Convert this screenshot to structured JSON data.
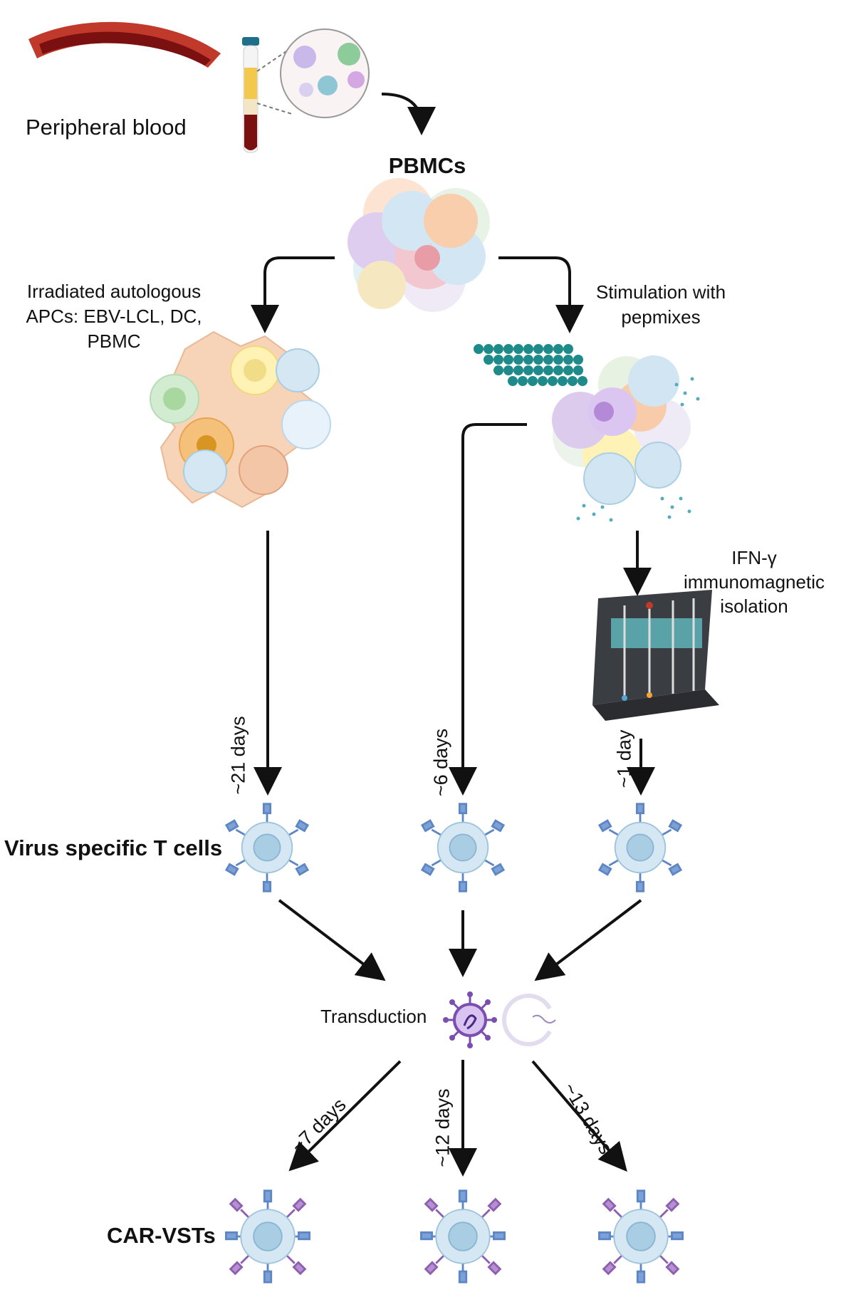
{
  "diagram": {
    "source": {
      "label": "Peripheral blood"
    },
    "pbmc": {
      "label": "PBMCs"
    },
    "left_branch": {
      "label_line1": "Irradiated autologous",
      "label_line2": "APCs: EBV-LCL, DC,",
      "label_line3": "PBMC",
      "duration": "~21 days"
    },
    "right_branch": {
      "label_line1": "Stimulation with",
      "label_line2": "pepmixes",
      "middle_duration": "~6 days"
    },
    "isolation": {
      "label_line1": "IFN-γ",
      "label_line2": "immunomagnetic",
      "label_line3": "isolation",
      "duration": "~1 day"
    },
    "vst": {
      "label": "Virus specific T cells"
    },
    "transduction": {
      "label": "Transduction",
      "durations": [
        "~7 days",
        "~12 days",
        "~13 days"
      ]
    },
    "car_vst": {
      "label": "CAR-VSTs"
    }
  },
  "colors": {
    "arrow": "#111111",
    "vessel_outer": "#c0392b",
    "vessel_inner": "#7b1010",
    "tcell_fill": "#d5e7f2",
    "tcell_nucleus": "#a9cde3",
    "receptor": "#5d86c4",
    "car_receptor": "#8e5fb0",
    "peptide": "#1f8a8a",
    "virus": "#7a4fb0"
  }
}
